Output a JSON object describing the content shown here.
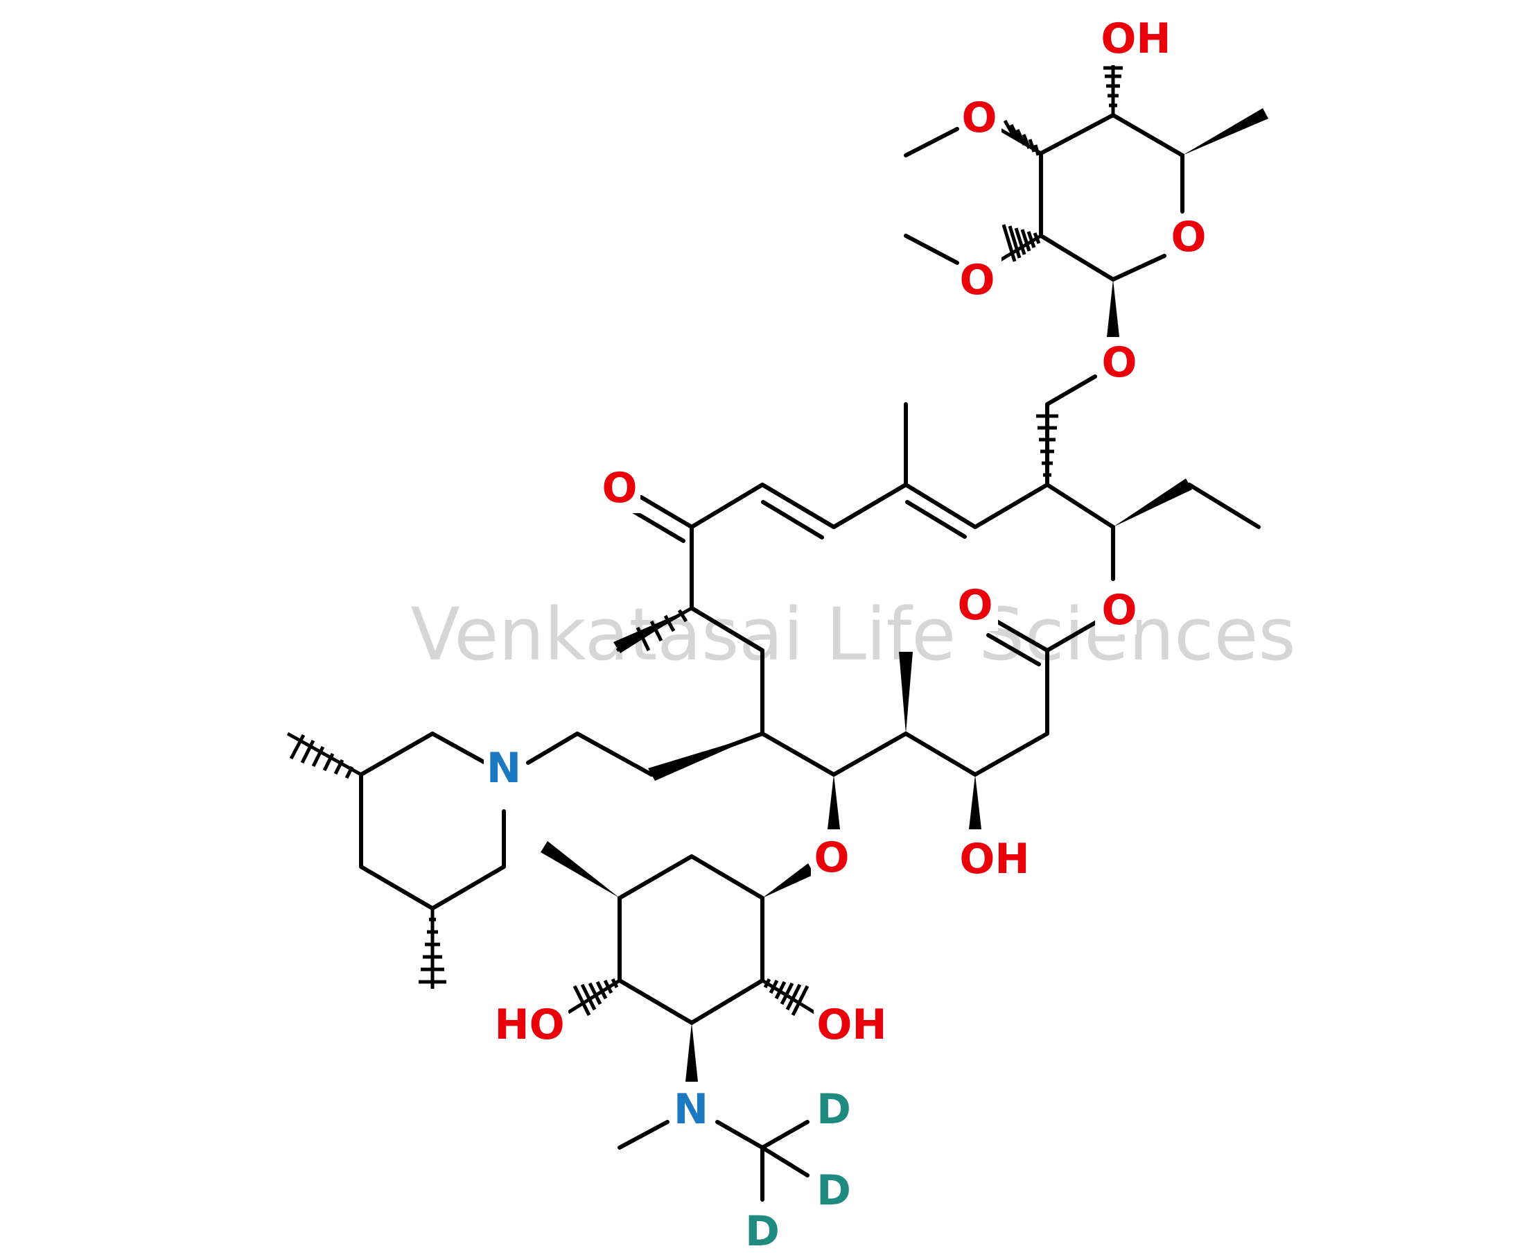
{
  "watermark": "Venkatasai Life Sciences",
  "colors": {
    "bond": "#000000",
    "oxygen": "#e8000b",
    "nitrogen": "#1c78c0",
    "deuterium": "#1f8a80",
    "watermark": "#cfcfcf"
  },
  "atom_labels": {
    "o1": "O",
    "o2": "O",
    "o3": "O",
    "o4": "O",
    "o5": "O",
    "o6": "O",
    "o7": "O",
    "o8": "O",
    "oh1": "OH",
    "oh2": "OH",
    "ho1": "HO",
    "oh3": "OH",
    "n1": "N",
    "n2": "N",
    "d1": "D",
    "d2": "D",
    "d3": "D"
  }
}
